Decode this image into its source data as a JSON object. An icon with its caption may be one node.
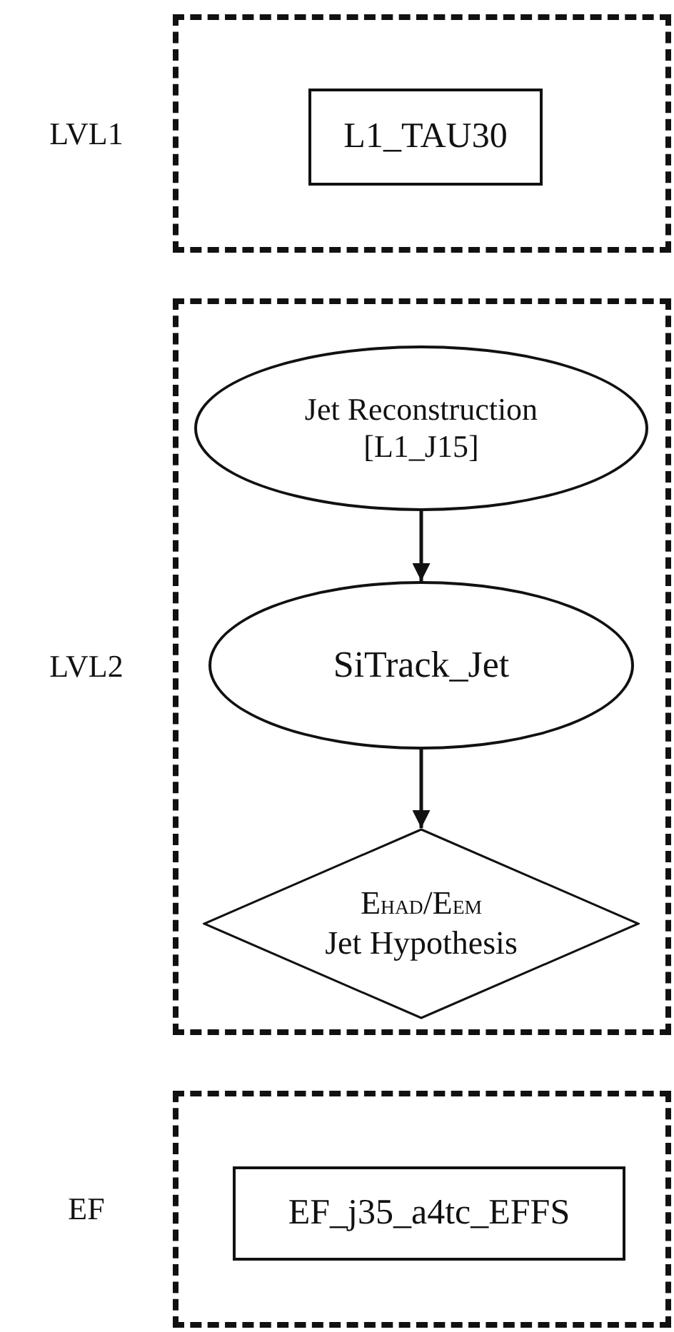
{
  "diagram": {
    "nodes": [
      {
        "text": [
          "LVL1"
        ]
      },
      {
        "text": [
          "L1_TAU30"
        ],
        "in": 0
      },
      {
        "text": [
          "LVL2"
        ]
      },
      {
        "text": [
          "Jet Reconstruction [L1_J15]"
        ],
        "in": 2
      },
      {
        "text": [
          "SiTrack_Jet"
        ],
        "in": 2
      },
      {
        "text": [
          "E$_{HAD}$/E$_{EM}$",
          "Jet Hypothesis"
        ],
        "in": 2
      },
      {
        "text": [
          "EF"
        ]
      },
      {
        "text": [
          "EF_j35_a4tc_EFFS"
        ],
        "in": 6
      }
    ],
    "edges": [
      {
        "from": 3,
        "to": 4,
        "arrow": "to"
      },
      {
        "from": 4,
        "to": 5,
        "arrow": "to"
      }
    ]
  }
}
